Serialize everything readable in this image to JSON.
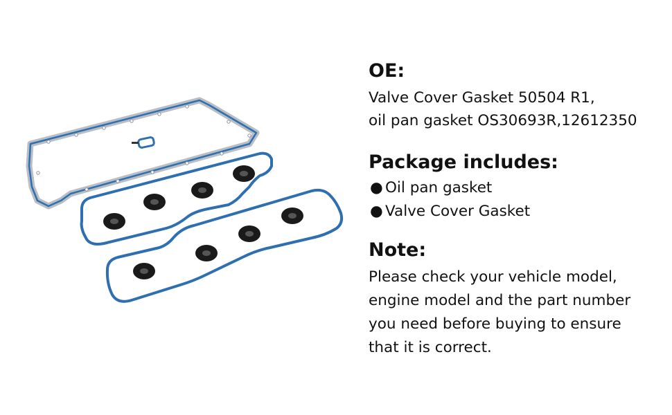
{
  "colors": {
    "gasket_blue": "#2d6fb0",
    "gasket_dark_blue": "#1c4f86",
    "oil_pan_gray": "#b9bec4",
    "seal_black": "#1a1a1a",
    "text": "#111111",
    "background": "#ffffff"
  },
  "oe": {
    "heading": "OE:",
    "line1": "Valve Cover Gasket 50504 R1,",
    "line2": "oil pan gasket OS30693R,12612350"
  },
  "package": {
    "heading": "Package includes:",
    "items": [
      {
        "bullet": "●",
        "label": "Oil pan gasket"
      },
      {
        "bullet": "●",
        "label": "Valve Cover Gasket"
      }
    ]
  },
  "note": {
    "heading": "Note:",
    "lines": [
      "Please check your vehicle model,",
      "engine model and the part number",
      "you need before buying to ensure",
      "that it is correct."
    ]
  }
}
